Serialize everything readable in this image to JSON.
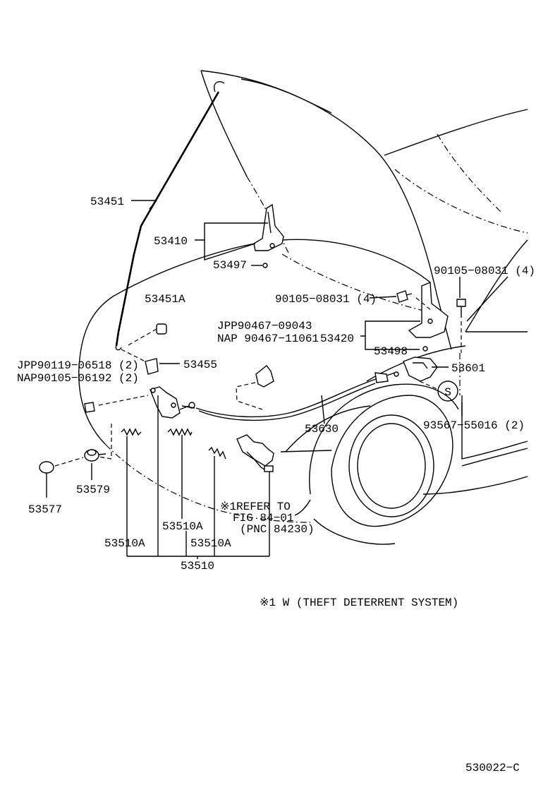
{
  "labels": {
    "p53451": "53451",
    "p53410": "53410",
    "p53497": "53497",
    "p53451a": "53451A",
    "p90105_08031_left": "90105−08031 (4)",
    "p90105_08031_right": "90105−08031 (4)",
    "jpp90467": "JPP90467−09043",
    "nap90467": "NAP 90467−11061",
    "p53420": "53420",
    "p53498": "53498",
    "jpp90119": "JPP90119−06518 (2)",
    "nap90105": "NAP90105−06192 (2)",
    "p53455": "53455",
    "p53601": "53601",
    "s_symbol": "S",
    "p53630": "53630",
    "p93567": "93567−55016 (2)",
    "p53579": "53579",
    "p53577": "53577",
    "refer_line1": "※1REFER TO",
    "refer_line2": "FIG 84−01",
    "refer_line3": "(PNC 84230)",
    "p53510a_1": "53510A",
    "p53510a_2": "53510A",
    "p53510a_3": "53510A",
    "p53510": "53510",
    "note": "※1 W (THEFT DETERRENT SYSTEM)",
    "code": "530022−C"
  }
}
